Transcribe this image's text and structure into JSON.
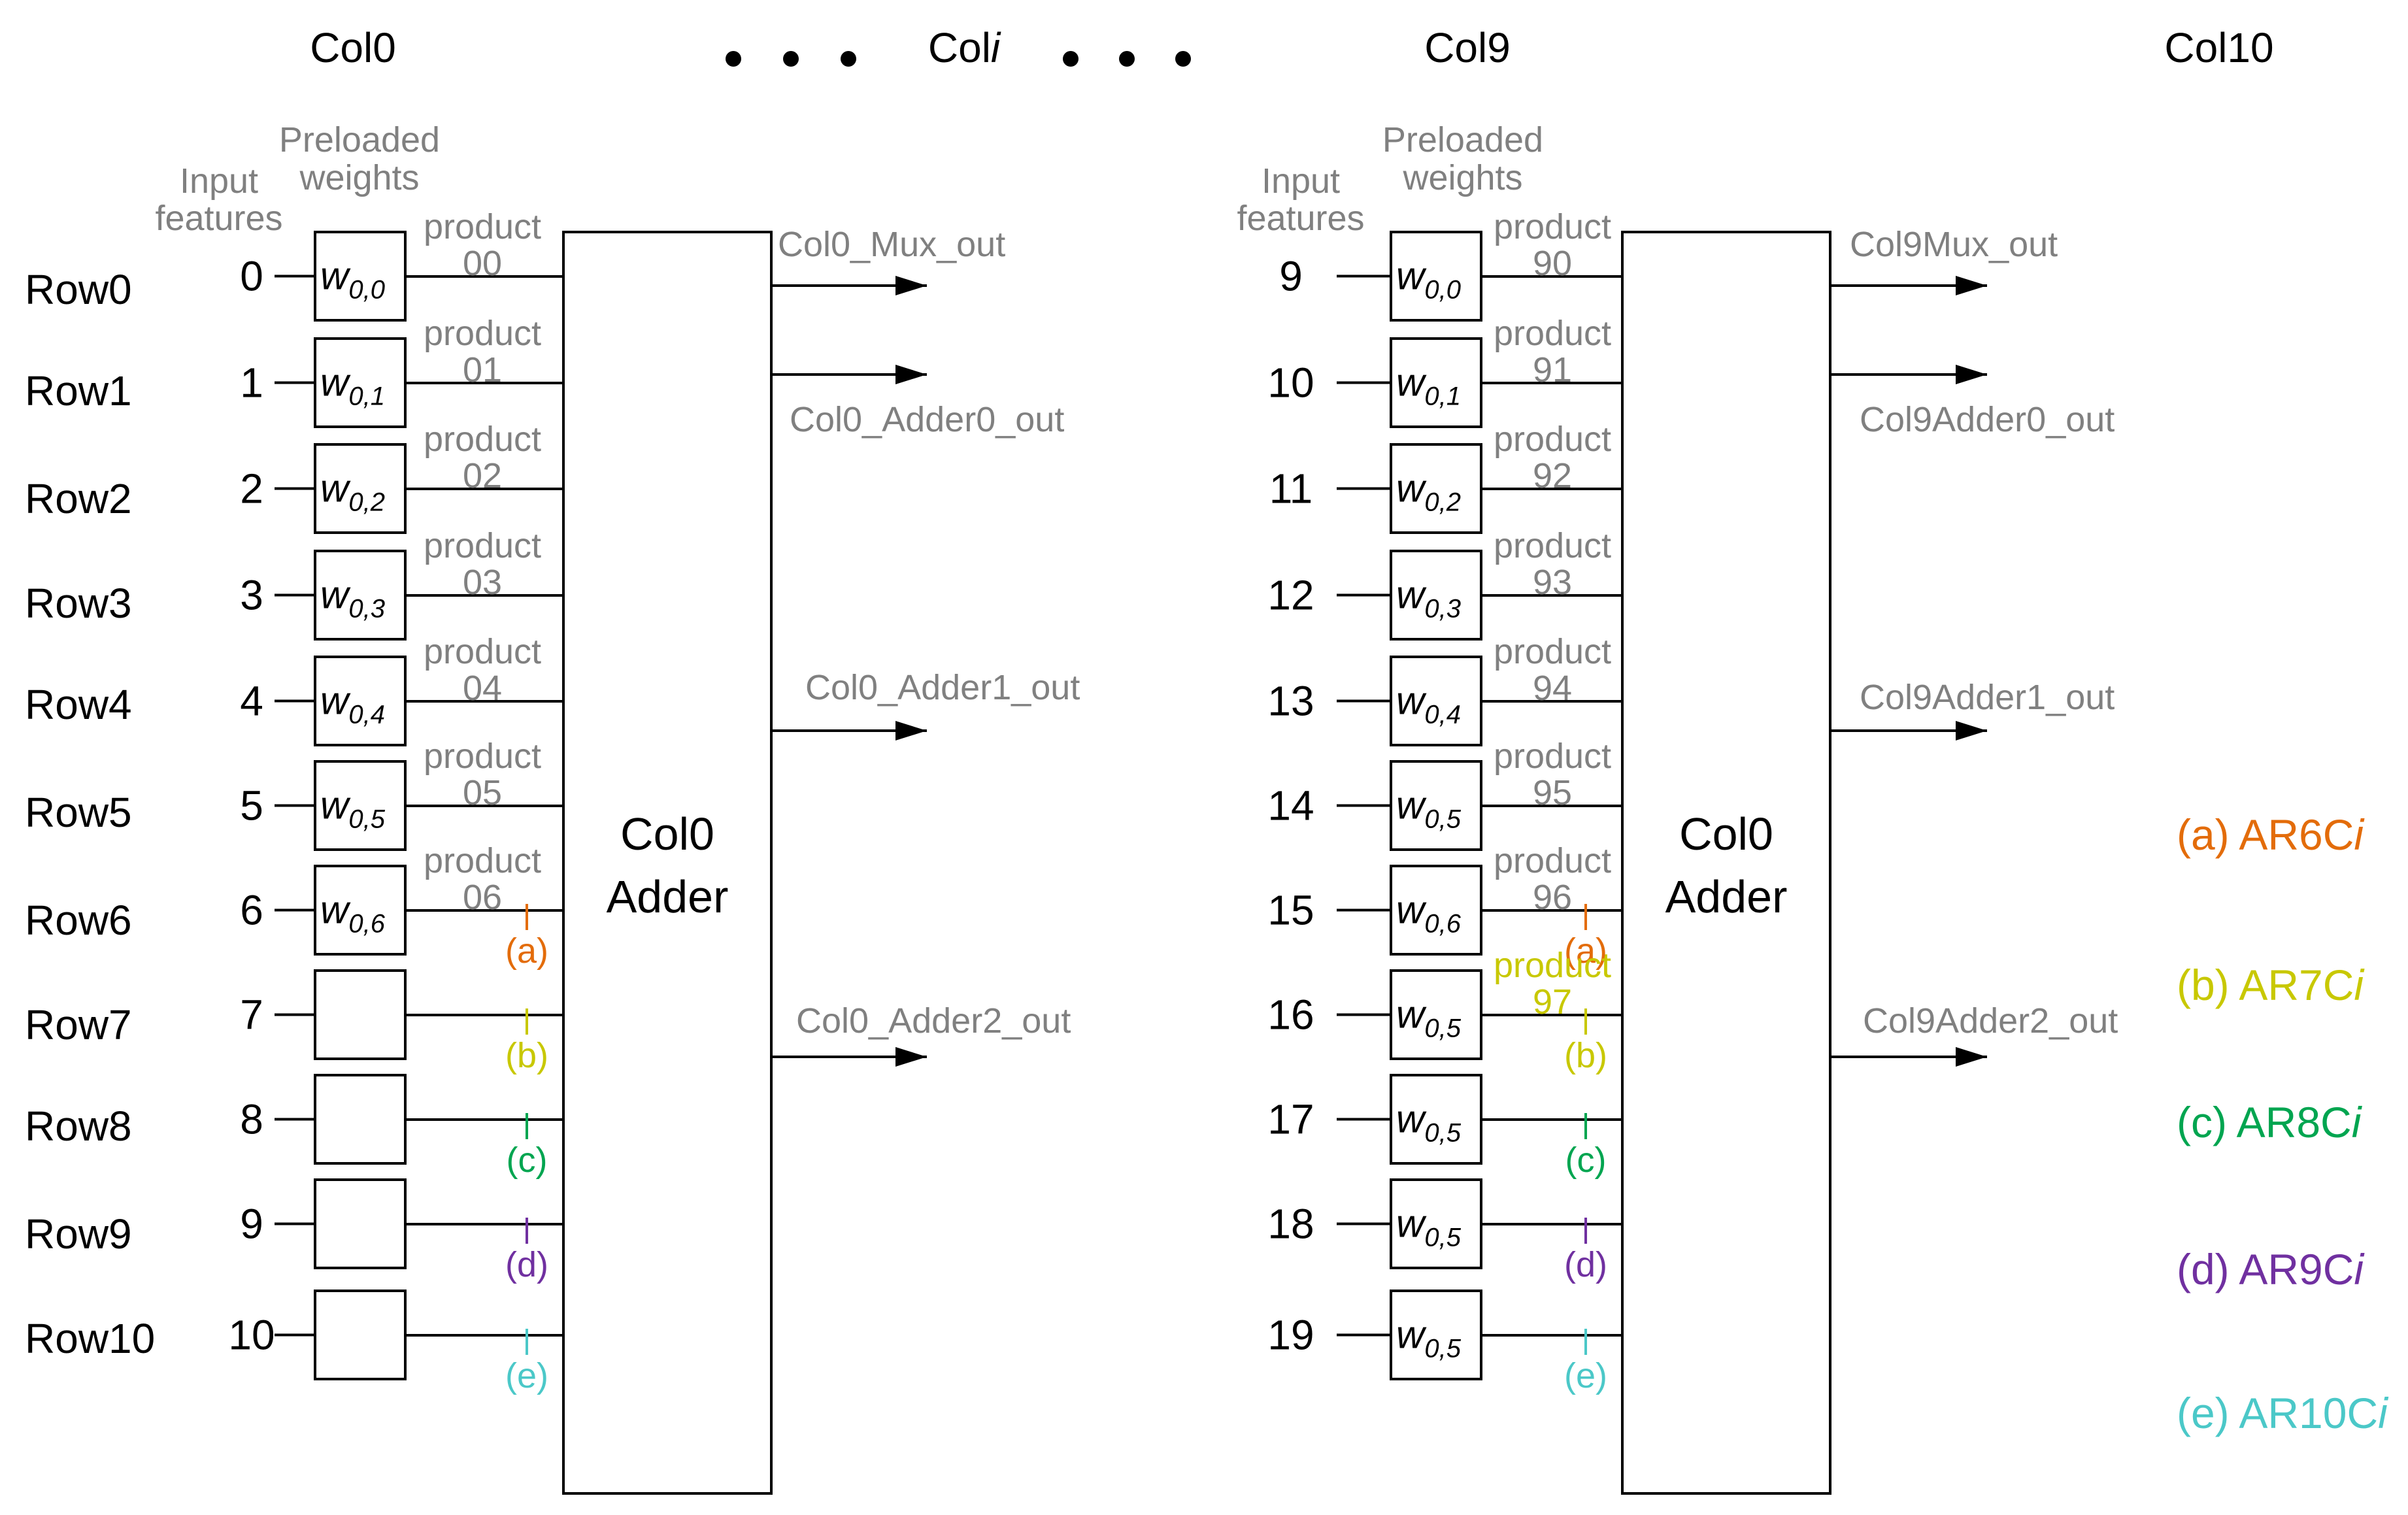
{
  "colors": {
    "black": "#000000",
    "gray": "#808080",
    "a": "#e36c0a",
    "b": "#c8c800",
    "c": "#00a550",
    "d": "#7030a0",
    "e": "#4bc8c8"
  },
  "header": {
    "col0": "Col0",
    "col_i_prefix": "Col",
    "col_i_italic": "i",
    "col9": "Col9",
    "col10": "Col10"
  },
  "labels": {
    "input": "Input",
    "features": "features",
    "preloaded": "Preloaded",
    "weights": "weights",
    "adder_line1": "Col0",
    "adder_line2": "Adder"
  },
  "rows": [
    "Row0",
    "Row1",
    "Row2",
    "Row3",
    "Row4",
    "Row5",
    "Row6",
    "Row7",
    "Row8",
    "Row9",
    "Row10"
  ],
  "left": {
    "inputs": [
      "0",
      "1",
      "2",
      "3",
      "4",
      "5",
      "6",
      "7",
      "8",
      "9",
      "10"
    ],
    "weights": [
      {
        "base": "w",
        "sub": "0,0"
      },
      {
        "base": "w",
        "sub": "0,1"
      },
      {
        "base": "w",
        "sub": "0,2"
      },
      {
        "base": "w",
        "sub": "0,3"
      },
      {
        "base": "w",
        "sub": "0,4"
      },
      {
        "base": "w",
        "sub": "0,5"
      },
      {
        "base": "w",
        "sub": "0,6"
      },
      null,
      null,
      null,
      null
    ],
    "products": [
      {
        "word": "product",
        "num": "00"
      },
      {
        "word": "product",
        "num": "01"
      },
      {
        "word": "product",
        "num": "02"
      },
      {
        "word": "product",
        "num": "03"
      },
      {
        "word": "product",
        "num": "04"
      },
      {
        "word": "product",
        "num": "05"
      },
      {
        "word": "product",
        "num": "06"
      }
    ],
    "outputs": [
      "Col0_Mux_out",
      "Col0_Adder0_out",
      "Col0_Adder1_out",
      "Col0_Adder2_out"
    ]
  },
  "right": {
    "inputs": [
      "9",
      "10",
      "11",
      "12",
      "13",
      "14",
      "15",
      "16",
      "17",
      "18",
      "19"
    ],
    "weights": [
      {
        "base": "w",
        "sub": "0,0"
      },
      {
        "base": "w",
        "sub": "0,1"
      },
      {
        "base": "w",
        "sub": "0,2"
      },
      {
        "base": "w",
        "sub": "0,3"
      },
      {
        "base": "w",
        "sub": "0,4"
      },
      {
        "base": "w",
        "sub": "0,5"
      },
      {
        "base": "w",
        "sub": "0,6"
      },
      {
        "base": "w",
        "sub": "0,5"
      },
      {
        "base": "w",
        "sub": "0,5"
      },
      {
        "base": "w",
        "sub": "0,5"
      },
      {
        "base": "w",
        "sub": "0,5"
      }
    ],
    "products": [
      {
        "word": "product",
        "num": "90"
      },
      {
        "word": "product",
        "num": "91"
      },
      {
        "word": "product",
        "num": "92"
      },
      {
        "word": "product",
        "num": "93"
      },
      {
        "word": "product",
        "num": "94"
      },
      {
        "word": "product",
        "num": "95"
      },
      {
        "word": "product",
        "num": "96"
      },
      {
        "word": "product",
        "num": "97"
      }
    ],
    "outputs": [
      "Col9Mux_out",
      "Col9Adder0_out",
      "Col9Adder1_out",
      "Col9Adder2_out"
    ]
  },
  "taps": [
    "(a)",
    "(b)",
    "(c)",
    "(d)",
    "(e)"
  ],
  "legend": [
    {
      "key": "a",
      "text": "(a) AR6C",
      "italic": "i"
    },
    {
      "key": "b",
      "text": "(b) AR7C",
      "italic": "i"
    },
    {
      "key": "c",
      "text": "(c) AR8C",
      "italic": "i"
    },
    {
      "key": "d",
      "text": "(d) AR9C",
      "italic": "i"
    },
    {
      "key": "e",
      "text": "(e) AR10C",
      "italic": "i"
    }
  ]
}
